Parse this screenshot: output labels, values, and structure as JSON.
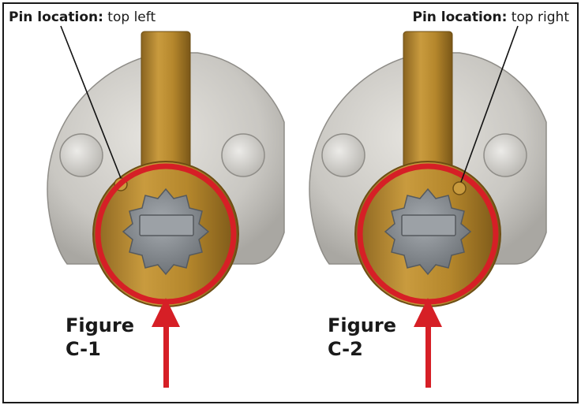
{
  "captions": {
    "left": {
      "bold": "Pin location:",
      "rest": " top left"
    },
    "right": {
      "bold": "Pin location:",
      "rest": " top right"
    }
  },
  "figures": {
    "left": {
      "line1": "Figure",
      "line2": "C-1"
    },
    "right": {
      "line1": "Figure",
      "line2": "C-2"
    }
  },
  "colors": {
    "highlight_ring": "#d61f26",
    "arrow": "#d61f26",
    "brass": "#b5872c",
    "steel": "#d6d4cf",
    "plug_gray": "#8d9297"
  },
  "icons": [
    "lock-cylinder-illustration",
    "pointer-line",
    "arrow-up-icon"
  ]
}
